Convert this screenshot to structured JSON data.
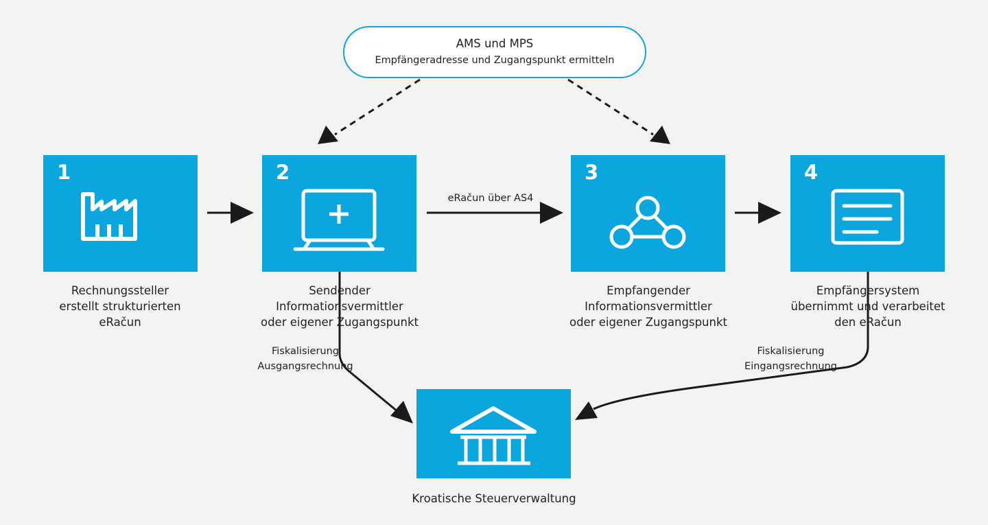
{
  "info_box": {
    "title": "AMS und MPS",
    "subtitle": "Empfängeradresse und Zugangspunkt ermitteln"
  },
  "steps": [
    {
      "number": "1",
      "icon": "factory-icon",
      "caption": "Rechnungssteller\nerstellt strukturierten\neRačun"
    },
    {
      "number": "2",
      "icon": "monitor-plus-icon",
      "caption": "Sendender\nInformationsvermittler\noder eigener Zugangspunkt"
    },
    {
      "number": "3",
      "icon": "network-nodes-icon",
      "caption": "Empfangender\nInformationsvermittler\noder eigener Zugangspunkt"
    },
    {
      "number": "4",
      "icon": "document-lines-icon",
      "caption": "Empfängersystem\nübernimmt und verarbeitet\nden eRačun"
    }
  ],
  "tax_authority": {
    "icon": "bank-building-icon",
    "caption": "Kroatische Steuerverwaltung"
  },
  "edge_labels": {
    "as4": "eRačun über AS4",
    "fiscal_out": "Fiskalisierung\nAusgangsrechnung",
    "fiscal_in": "Fiskalisierung\nEingangsrechnung"
  },
  "colors": {
    "box_fill": "#0aa6dd",
    "background": "#f3f3f3",
    "arrow": "#1a1a1a"
  }
}
